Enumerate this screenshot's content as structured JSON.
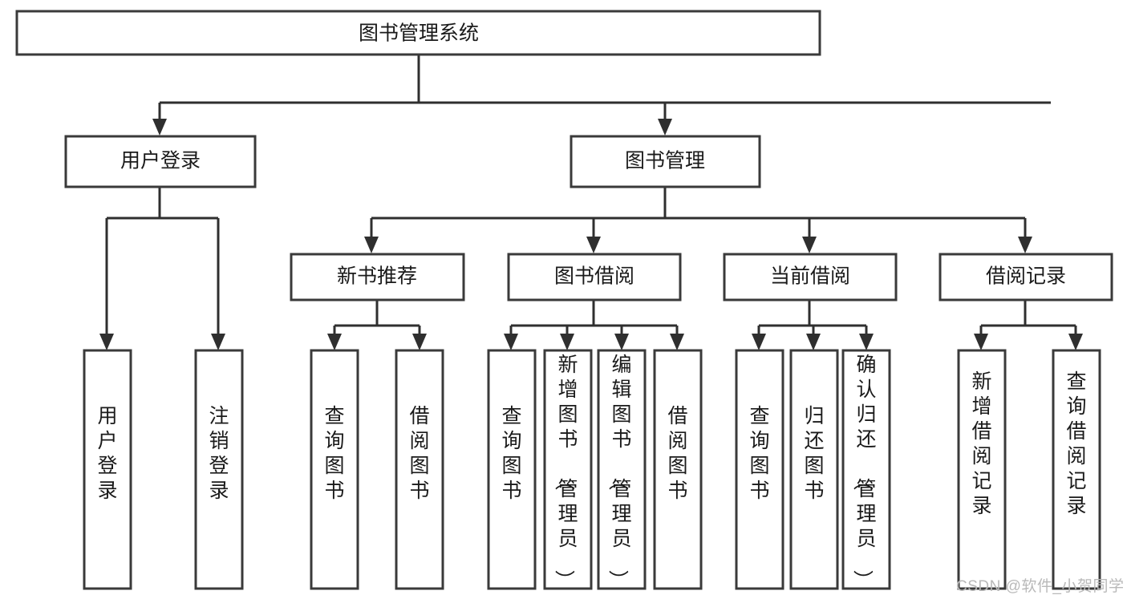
{
  "diagram": {
    "type": "tree-hierarchy-chart",
    "title": "图书管理系统",
    "levels": {
      "root": {
        "label": "图书管理系统"
      },
      "level2": [
        {
          "id": "user-login",
          "label": "用户登录"
        },
        {
          "id": "book-management",
          "label": "图书管理"
        }
      ],
      "level3": [
        {
          "id": "new-book-recommend",
          "label": "新书推荐",
          "parent": "book-management"
        },
        {
          "id": "book-borrow",
          "label": "图书借阅",
          "parent": "book-management"
        },
        {
          "id": "current-borrow",
          "label": "当前借阅",
          "parent": "book-management"
        },
        {
          "id": "borrow-record",
          "label": "借阅记录",
          "parent": "book-management"
        }
      ],
      "leaves": [
        {
          "id": "leaf-user-login",
          "label": "用户登录",
          "parent": "user-login"
        },
        {
          "id": "leaf-logout-login",
          "label": "注销登录",
          "parent": "user-login"
        },
        {
          "id": "leaf-query-book-1",
          "label": "查询图书",
          "parent": "new-book-recommend"
        },
        {
          "id": "leaf-borrow-book-1",
          "label": "借阅图书",
          "parent": "new-book-recommend"
        },
        {
          "id": "leaf-query-book-2",
          "label": "查询图书",
          "parent": "book-borrow"
        },
        {
          "id": "leaf-add-book",
          "label": "新增图书（管理员）",
          "parent": "book-borrow"
        },
        {
          "id": "leaf-edit-book",
          "label": "编辑图书（管理员）",
          "parent": "book-borrow"
        },
        {
          "id": "leaf-borrow-book-2",
          "label": "借阅图书",
          "parent": "book-borrow"
        },
        {
          "id": "leaf-query-book-3",
          "label": "查询图书",
          "parent": "current-borrow"
        },
        {
          "id": "leaf-return-book",
          "label": "归还图书",
          "parent": "current-borrow"
        },
        {
          "id": "leaf-confirm-return",
          "label": "确认归还（管理员）",
          "parent": "current-borrow"
        },
        {
          "id": "leaf-add-record",
          "label": "新增借阅记录",
          "parent": "borrow-record"
        },
        {
          "id": "leaf-query-record",
          "label": "查询借阅记录",
          "parent": "borrow-record"
        }
      ]
    },
    "colors": {
      "box_fill": "#ffffff",
      "box_stroke": "#3a3a3a",
      "connector": "#2f2f2f",
      "text": "#1a1a1a",
      "watermark": "#b9b9b9"
    }
  },
  "watermark": {
    "text": "CSDN @软件_小贺同学"
  }
}
